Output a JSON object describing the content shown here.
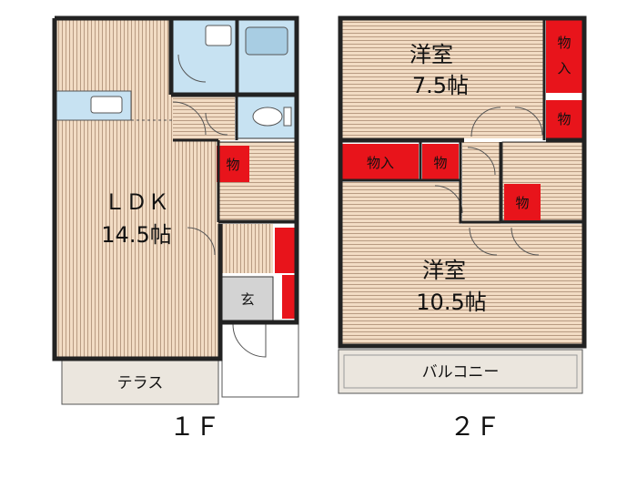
{
  "floor1": {
    "label": "１Ｆ",
    "ldk_name": "ＬＤＫ",
    "ldk_size": "14.5帖",
    "storage": "物",
    "entrance": "玄",
    "terrace": "テラス"
  },
  "floor2": {
    "label": "２Ｆ",
    "room_a_name": "洋室",
    "room_a_size": "7.5帖",
    "room_b_name": "洋室",
    "room_b_size": "10.5帖",
    "closet": "物入",
    "storage": "物",
    "balcony": "バルコニー"
  },
  "colors": {
    "wood_floor": "#f2dcc4",
    "storage_red": "#e8141b",
    "wet_area": "#c7e2f2",
    "wall": "#222222",
    "veranda": "#ebe6de",
    "entrance_floor": "#d3d3d3"
  }
}
